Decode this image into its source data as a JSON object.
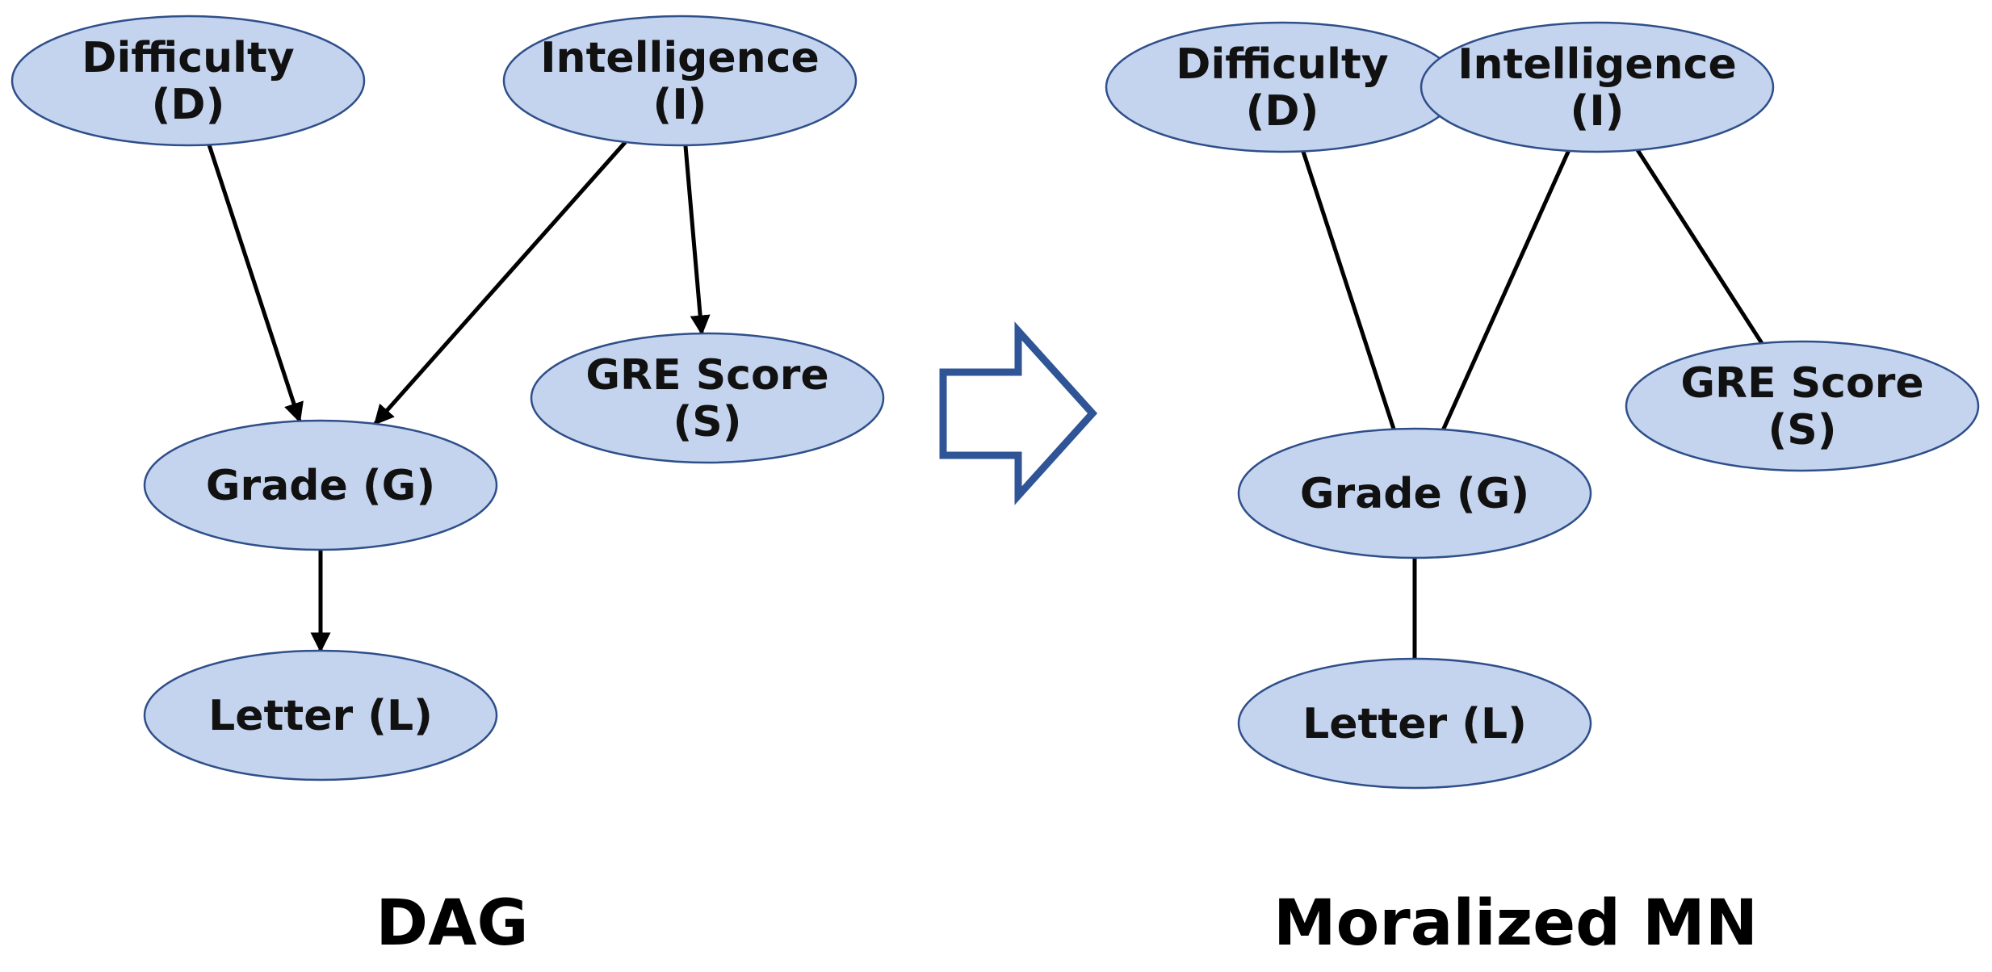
{
  "colors": {
    "node_fill": "#c5d4ee",
    "node_stroke": "#2f4f8a",
    "edge": "#000000",
    "transform_arrow": "#2f5597"
  },
  "dag": {
    "caption": "DAG",
    "nodes": {
      "D": [
        "Difficulty",
        "(D)"
      ],
      "I": [
        "Intelligence",
        "(I)"
      ],
      "S": [
        "GRE Score",
        "(S)"
      ],
      "G": [
        "Grade (G)"
      ],
      "L": [
        "Letter (L)"
      ]
    },
    "edges": [
      {
        "from": "D",
        "to": "G",
        "directed": true
      },
      {
        "from": "I",
        "to": "G",
        "directed": true
      },
      {
        "from": "I",
        "to": "S",
        "directed": true
      },
      {
        "from": "G",
        "to": "L",
        "directed": true
      }
    ]
  },
  "transform_arrow_icon": "right-arrow-outline-icon",
  "mn": {
    "caption": "Moralized MN",
    "nodes": {
      "D": [
        "Difficulty",
        "(D)"
      ],
      "I": [
        "Intelligence",
        "(I)"
      ],
      "S": [
        "GRE Score",
        "(S)"
      ],
      "G": [
        "Grade (G)"
      ],
      "L": [
        "Letter (L)"
      ]
    },
    "edges": [
      {
        "from": "D",
        "to": "I",
        "directed": false
      },
      {
        "from": "D",
        "to": "G",
        "directed": false
      },
      {
        "from": "I",
        "to": "G",
        "directed": false
      },
      {
        "from": "I",
        "to": "S",
        "directed": false
      },
      {
        "from": "G",
        "to": "L",
        "directed": false
      }
    ]
  }
}
